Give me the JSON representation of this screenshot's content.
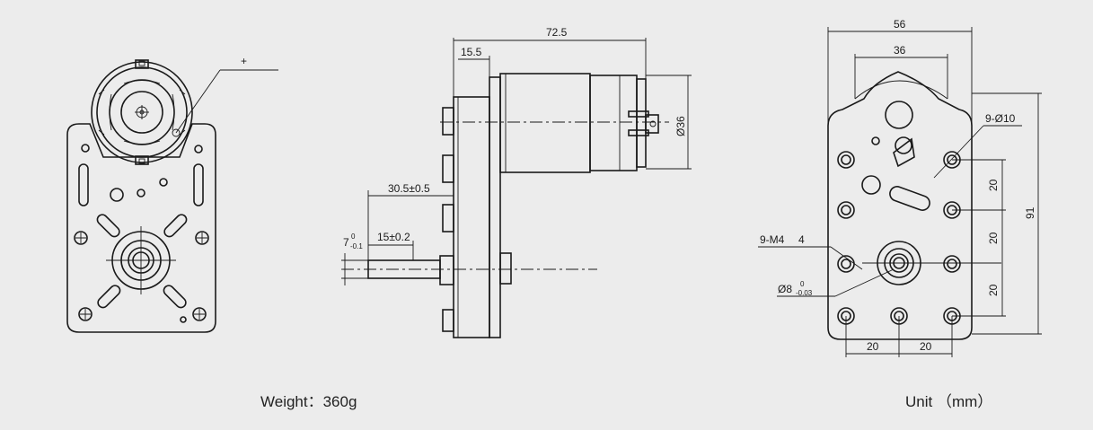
{
  "labels": {
    "plus": "+",
    "d_72_5": "72.5",
    "d_15_5": "15.5",
    "d_36dia": "Ø36",
    "d_30_5": "30.5±0.5",
    "d_15": "15±0.2",
    "d_7": "7",
    "d_7_tol_upper": "0",
    "d_7_tol_lower": "-0.1",
    "d_56": "56",
    "d_36": "36",
    "d_9_10": "9-Ø10",
    "d_20_a": "20",
    "d_20_b": "20",
    "d_20_c": "20",
    "d_91": "91",
    "d_9_m4": "9-M4",
    "d_4": "4",
    "d_8dia": "Ø8",
    "d_8_tol_upper": "0",
    "d_8_tol_lower": "-0.03",
    "d_20_h1": "20",
    "d_20_h2": "20"
  },
  "captions": {
    "weight": "Weight：360g",
    "unit": "Unit （mm）"
  }
}
